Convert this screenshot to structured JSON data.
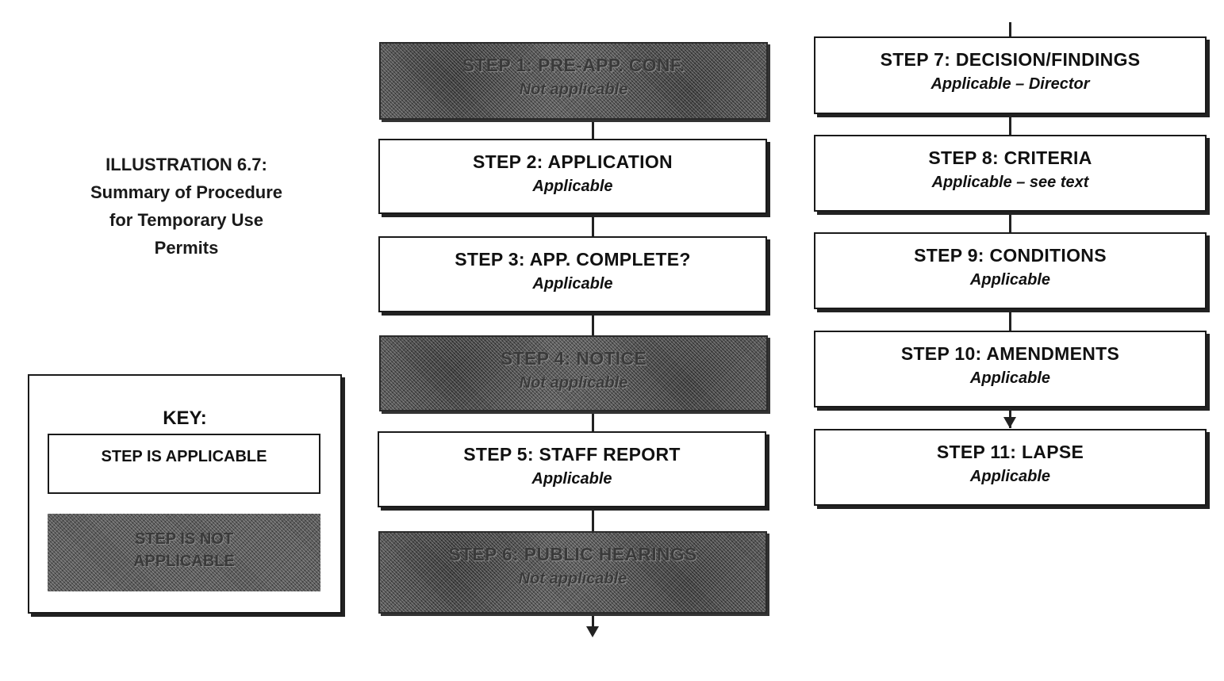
{
  "title": {
    "line1": "ILLUSTRATION 6.7:",
    "line2": "Summary of Procedure",
    "line3": "for Temporary Use",
    "line4": "Permits"
  },
  "key": {
    "title": "KEY:",
    "applicable_label": "STEP IS APPLICABLE",
    "not_applicable_line1": "STEP IS NOT",
    "not_applicable_line2": "APPLICABLE"
  },
  "steps": [
    {
      "heading": "STEP 1: PRE-APP. CONF.",
      "status": "Not applicable",
      "applicable": false
    },
    {
      "heading": "STEP 2: APPLICATION",
      "status": "Applicable",
      "applicable": true
    },
    {
      "heading": "STEP 3: APP. COMPLETE?",
      "status": "Applicable",
      "applicable": true
    },
    {
      "heading": "STEP 4: NOTICE",
      "status": "Not applicable",
      "applicable": false
    },
    {
      "heading": "STEP 5: STAFF REPORT",
      "status": "Applicable",
      "applicable": true
    },
    {
      "heading": "STEP 6: PUBLIC HEARINGS",
      "status": "Not applicable",
      "applicable": false
    },
    {
      "heading": "STEP 7: DECISION/FINDINGS",
      "status": "Applicable – Director",
      "applicable": true
    },
    {
      "heading": "STEP 8: CRITERIA",
      "status": "Applicable – see text",
      "applicable": true
    },
    {
      "heading": "STEP 9: CONDITIONS",
      "status": "Applicable",
      "applicable": true
    },
    {
      "heading": "STEP 10: AMENDMENTS",
      "status": "Applicable",
      "applicable": true
    },
    {
      "heading": "STEP 11: LAPSE",
      "status": "Applicable",
      "applicable": true
    }
  ]
}
